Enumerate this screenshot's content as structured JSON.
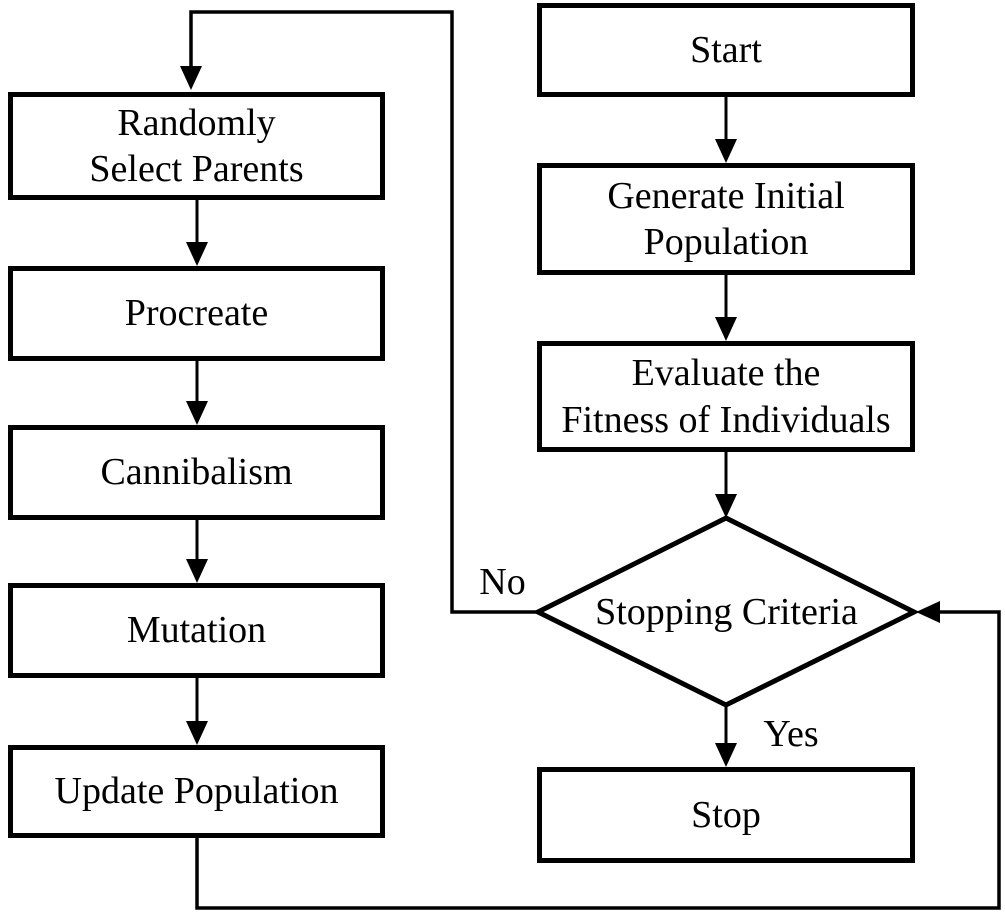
{
  "diagram": {
    "description": "Flowchart of an evolutionary (genetic) algorithm with cannibalism step",
    "colors": {
      "background": "#ffffff",
      "stroke": "#000000",
      "text": "#000000"
    },
    "nodes": {
      "start": {
        "label": "Start",
        "shape": "rectangle"
      },
      "generate": {
        "label": "Generate Initial\nPopulation",
        "shape": "rectangle"
      },
      "evaluate": {
        "label": "Evaluate the\nFitness of Individuals",
        "shape": "rectangle"
      },
      "stopping_criteria": {
        "label": "Stopping Criteria",
        "shape": "diamond"
      },
      "stop": {
        "label": "Stop",
        "shape": "rectangle"
      },
      "randomly_select_parents": {
        "label": "Randomly\nSelect Parents",
        "shape": "rectangle"
      },
      "procreate": {
        "label": "Procreate",
        "shape": "rectangle"
      },
      "cannibalism": {
        "label": "Cannibalism",
        "shape": "rectangle"
      },
      "mutation": {
        "label": "Mutation",
        "shape": "rectangle"
      },
      "update_population": {
        "label": "Update Population",
        "shape": "rectangle"
      }
    },
    "edge_labels": {
      "no": "No",
      "yes": "Yes"
    },
    "edges": [
      {
        "from": "start",
        "to": "generate"
      },
      {
        "from": "generate",
        "to": "evaluate"
      },
      {
        "from": "evaluate",
        "to": "stopping_criteria"
      },
      {
        "from": "stopping_criteria",
        "to": "randomly_select_parents",
        "label": "No"
      },
      {
        "from": "stopping_criteria",
        "to": "stop",
        "label": "Yes"
      },
      {
        "from": "randomly_select_parents",
        "to": "procreate"
      },
      {
        "from": "procreate",
        "to": "cannibalism"
      },
      {
        "from": "cannibalism",
        "to": "mutation"
      },
      {
        "from": "mutation",
        "to": "update_population"
      },
      {
        "from": "update_population",
        "to": "stopping_criteria"
      }
    ]
  }
}
